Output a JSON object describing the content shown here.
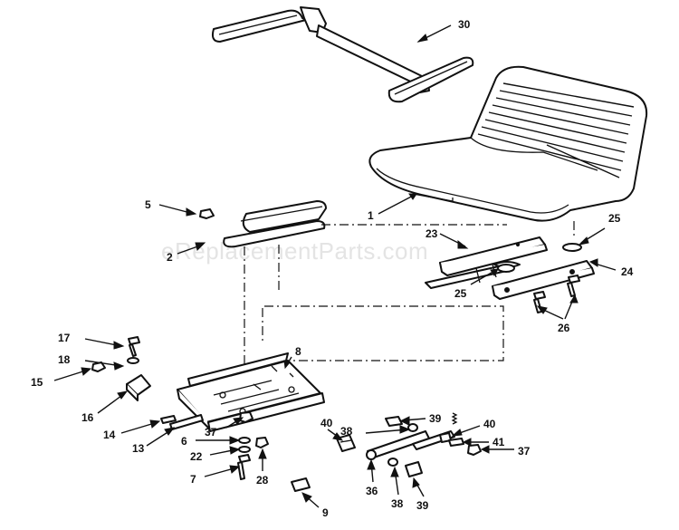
{
  "watermark": "eReplacementParts.com",
  "callouts": [
    {
      "id": "c30",
      "label": "30"
    },
    {
      "id": "c1",
      "label": "1"
    },
    {
      "id": "c5",
      "label": "5"
    },
    {
      "id": "c2",
      "label": "2"
    },
    {
      "id": "c23",
      "label": "23"
    },
    {
      "id": "c25a",
      "label": "25"
    },
    {
      "id": "c25b",
      "label": "25"
    },
    {
      "id": "c24",
      "label": "24"
    },
    {
      "id": "c26",
      "label": "26"
    },
    {
      "id": "c8",
      "label": "8"
    },
    {
      "id": "c17",
      "label": "17"
    },
    {
      "id": "c18",
      "label": "18"
    },
    {
      "id": "c15",
      "label": "15"
    },
    {
      "id": "c16",
      "label": "16"
    },
    {
      "id": "c14",
      "label": "14"
    },
    {
      "id": "c13",
      "label": "13"
    },
    {
      "id": "c6",
      "label": "6"
    },
    {
      "id": "c22",
      "label": "22"
    },
    {
      "id": "c7",
      "label": "7"
    },
    {
      "id": "c28",
      "label": "28"
    },
    {
      "id": "c37a",
      "label": "37"
    },
    {
      "id": "c9",
      "label": "9"
    },
    {
      "id": "c40a",
      "label": "40"
    },
    {
      "id": "c36",
      "label": "36"
    },
    {
      "id": "c38a",
      "label": "38"
    },
    {
      "id": "c39a",
      "label": "39"
    },
    {
      "id": "c38b",
      "label": "38"
    },
    {
      "id": "c39b",
      "label": "39"
    },
    {
      "id": "c40b",
      "label": "40"
    },
    {
      "id": "c41",
      "label": "41"
    },
    {
      "id": "c37b",
      "label": "37"
    }
  ]
}
